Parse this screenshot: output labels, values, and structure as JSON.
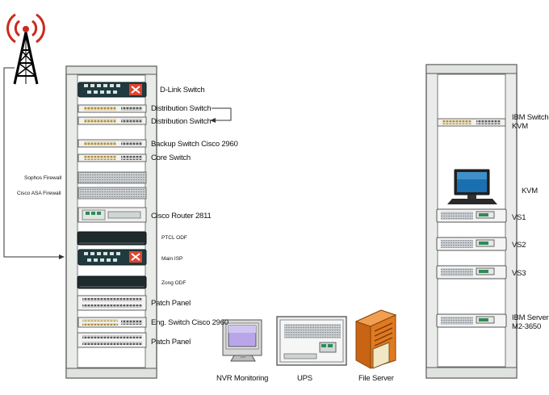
{
  "left_rack": {
    "devices": [
      {
        "label": "D-Link Switch"
      },
      {
        "label": "Distribution Switch"
      },
      {
        "label": "Distribution Switch"
      },
      {
        "label": "Backup Switch Cisco 2960"
      },
      {
        "label": "Core Switch"
      },
      {
        "label": "Cisco Router 2811"
      },
      {
        "label": "PTCL ODF"
      },
      {
        "label": "Main ISP"
      },
      {
        "label": "Zong ODF"
      },
      {
        "label": "Patch Panel"
      },
      {
        "label": "Eng. Switch Cisco 2960"
      },
      {
        "label": "Patch Panel"
      }
    ],
    "firewalls": [
      {
        "label": "Sophos Firewall"
      },
      {
        "label": "Cisco ASA Firewall"
      }
    ]
  },
  "right_rack": {
    "ibm_switch_kvm": "IBM Switch\nKVM",
    "kvm": "KVM",
    "servers": [
      {
        "label": "VS1"
      },
      {
        "label": "VS2"
      },
      {
        "label": "VS3"
      }
    ],
    "ibm_server": "IBM Server\nM2-3650"
  },
  "floor": {
    "nvr": "NVR Monitoring",
    "ups": "UPS",
    "file_server": "File Server"
  },
  "colors": {
    "rack_frame": "#e9ece9",
    "dark_device": "#1f3b3f",
    "alert_red": "#e0442f",
    "signal_red": "#cc2a1e",
    "server_orange": "#e07a20",
    "screen_blue": "#1a6fb0"
  }
}
